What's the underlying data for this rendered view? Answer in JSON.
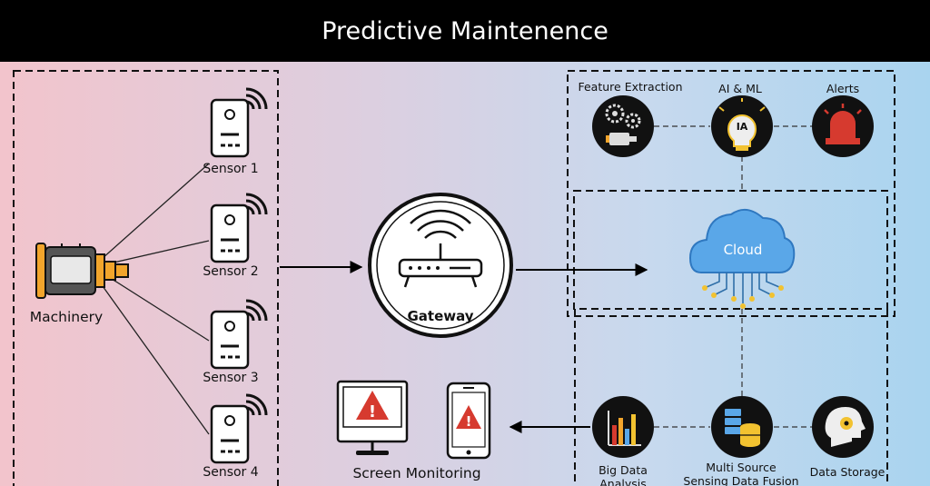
{
  "title": "Predictive Maintenence",
  "nodes": {
    "machinery": "Machinery",
    "sensors": [
      "Sensor 1",
      "Sensor 2",
      "Sensor 3",
      "Sensor 4"
    ],
    "gateway": "Gateway",
    "cloud": "Cloud",
    "feature_extraction": "Feature Extraction",
    "ai_ml": "AI & ML",
    "ai_badge": "IA",
    "alerts": "Alerts",
    "big_data_analytics": "Big Data Analysis",
    "data_fusion": "Multi Source Sensing Data Fusion",
    "data_storage": "Data Storage",
    "screen_monitoring": "Screen Monitoring"
  },
  "icons": {
    "machinery": "motor-icon",
    "sensor": "sensor-wifi-icon",
    "gateway": "router-icon",
    "cloud": "cloud-icon",
    "feature_extraction": "gears-icon",
    "ai_ml": "brain-lightbulb-icon",
    "alerts": "siren-icon",
    "big_data_analytics": "bar-chart-icon",
    "data_fusion": "database-icon",
    "data_storage": "head-gear-icon",
    "monitor": "monitor-alert-icon",
    "phone": "phone-alert-icon"
  },
  "colors": {
    "title_bar": "#000000",
    "alert_red": "#d63a2f",
    "motor_orange": "#f2a52c",
    "cloud_blue": "#5aa7e8"
  }
}
